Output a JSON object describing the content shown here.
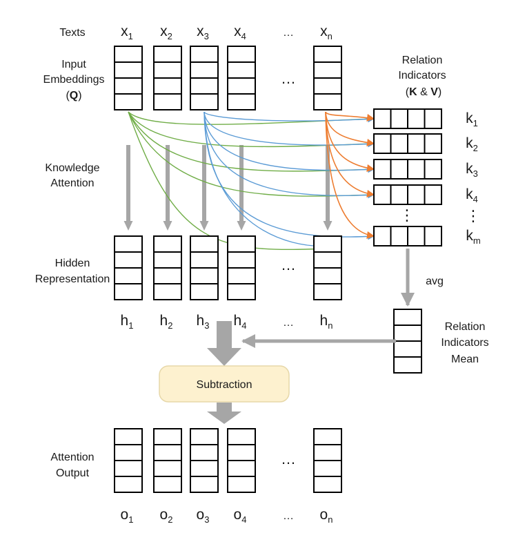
{
  "labels": {
    "texts": "Texts",
    "input_embeddings_1": "Input",
    "input_embeddings_2": "Embeddings",
    "input_embeddings_q_open": "(",
    "input_embeddings_q": "Q",
    "input_embeddings_q_close": ")",
    "knowledge_attention_1": "Knowledge",
    "knowledge_attention_2": "Attention",
    "hidden_representation_1": "Hidden",
    "hidden_representation_2": "Representation",
    "attention_output_1": "Attention",
    "attention_output_2": "Output",
    "relation_indicators_1": "Relation",
    "relation_indicators_2": "Indicators",
    "relation_kv_open": "(",
    "relation_kv_k": "K",
    "relation_kv_amp": " & ",
    "relation_kv_v": "V",
    "relation_kv_close": ")",
    "mean_1": "Relation",
    "mean_2": "Indicators",
    "mean_3": "Mean",
    "avg": "avg",
    "subtraction": "Subtraction",
    "ellipsis": "…",
    "vellipsis": "⋮"
  },
  "tokens": {
    "x": [
      {
        "b": "x",
        "s": "1"
      },
      {
        "b": "x",
        "s": "2"
      },
      {
        "b": "x",
        "s": "3"
      },
      {
        "b": "x",
        "s": "4"
      },
      {
        "b": "x",
        "s": "n"
      }
    ],
    "h": [
      {
        "b": "h",
        "s": "1"
      },
      {
        "b": "h",
        "s": "2"
      },
      {
        "b": "h",
        "s": "3"
      },
      {
        "b": "h",
        "s": "4"
      },
      {
        "b": "h",
        "s": "n"
      }
    ],
    "o": [
      {
        "b": "o",
        "s": "1"
      },
      {
        "b": "o",
        "s": "2"
      },
      {
        "b": "o",
        "s": "3"
      },
      {
        "b": "o",
        "s": "4"
      },
      {
        "b": "o",
        "s": "n"
      }
    ],
    "k": [
      {
        "b": "k",
        "s": "1"
      },
      {
        "b": "k",
        "s": "2"
      },
      {
        "b": "k",
        "s": "3"
      },
      {
        "b": "k",
        "s": "4"
      },
      {
        "b": "k",
        "s": "m"
      }
    ]
  },
  "colors": {
    "green_lines": "#70ad47",
    "blue_lines": "#5b9bd5",
    "orange_lines": "#ed7d31",
    "grey_arrows": "#a6a6a6",
    "subtraction_fill": "#fdf1cf"
  }
}
